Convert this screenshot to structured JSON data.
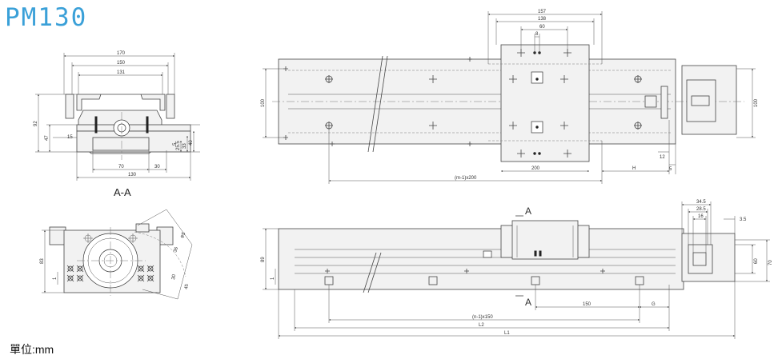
{
  "title": "PM130",
  "units_label": "單位:mm",
  "section_label": "A-A",
  "section_marks": [
    "A",
    "A"
  ],
  "colors": {
    "title": "#3aa0d8",
    "line": "#444444"
  },
  "section_view": {
    "dims": [
      "170",
      "150",
      "131",
      "92",
      "47",
      "15",
      "25.5",
      "33",
      "40",
      "5",
      "70",
      "30",
      "130"
    ]
  },
  "end_view": {
    "dims": [
      "83",
      "1",
      "φ5",
      "36",
      "30",
      "45"
    ]
  },
  "top_view": {
    "dims": [
      "157",
      "138",
      "60",
      "8",
      "100",
      "100",
      "12",
      "5",
      "200",
      "H",
      "(m-1)x200"
    ]
  },
  "side_view": {
    "dims": [
      "34.5",
      "28.5",
      "16",
      "3.5",
      "89",
      "60",
      "70",
      "1",
      "150",
      "G",
      "(n-1)x150",
      "L2",
      "L1"
    ]
  }
}
